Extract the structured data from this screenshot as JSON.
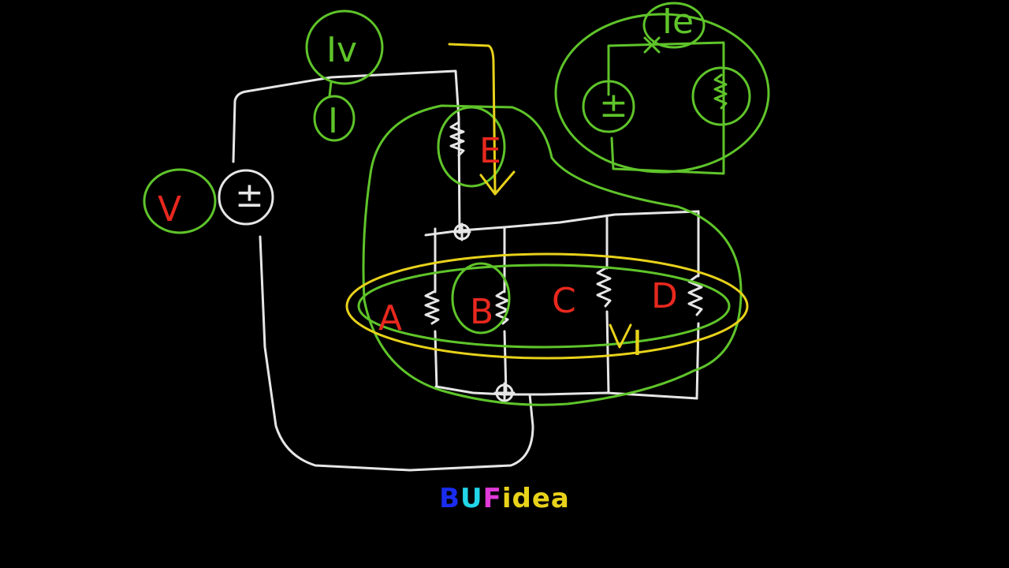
{
  "diagram": {
    "labels": {
      "A": "A",
      "B": "B",
      "C": "C",
      "D": "D",
      "E": "E",
      "V": "V",
      "Iv": "Iv",
      "Iv_small": "I",
      "Ie": "Ie",
      "I": "I",
      "source_symbol": "±",
      "source_symbol_right": "±"
    },
    "colors": {
      "background": "#000000",
      "wire": "#e6e6e6",
      "loop_green": "#5fc42a",
      "loop_yellow": "#e8d21a",
      "label_red": "#e8281e"
    }
  },
  "logo": {
    "B": "B",
    "U": "U",
    "F": "F",
    "rest": "idea",
    "colors": {
      "B": "#1a2cf0",
      "U": "#22d6e8",
      "F": "#e03ad8",
      "rest": "#e8d21a"
    }
  }
}
